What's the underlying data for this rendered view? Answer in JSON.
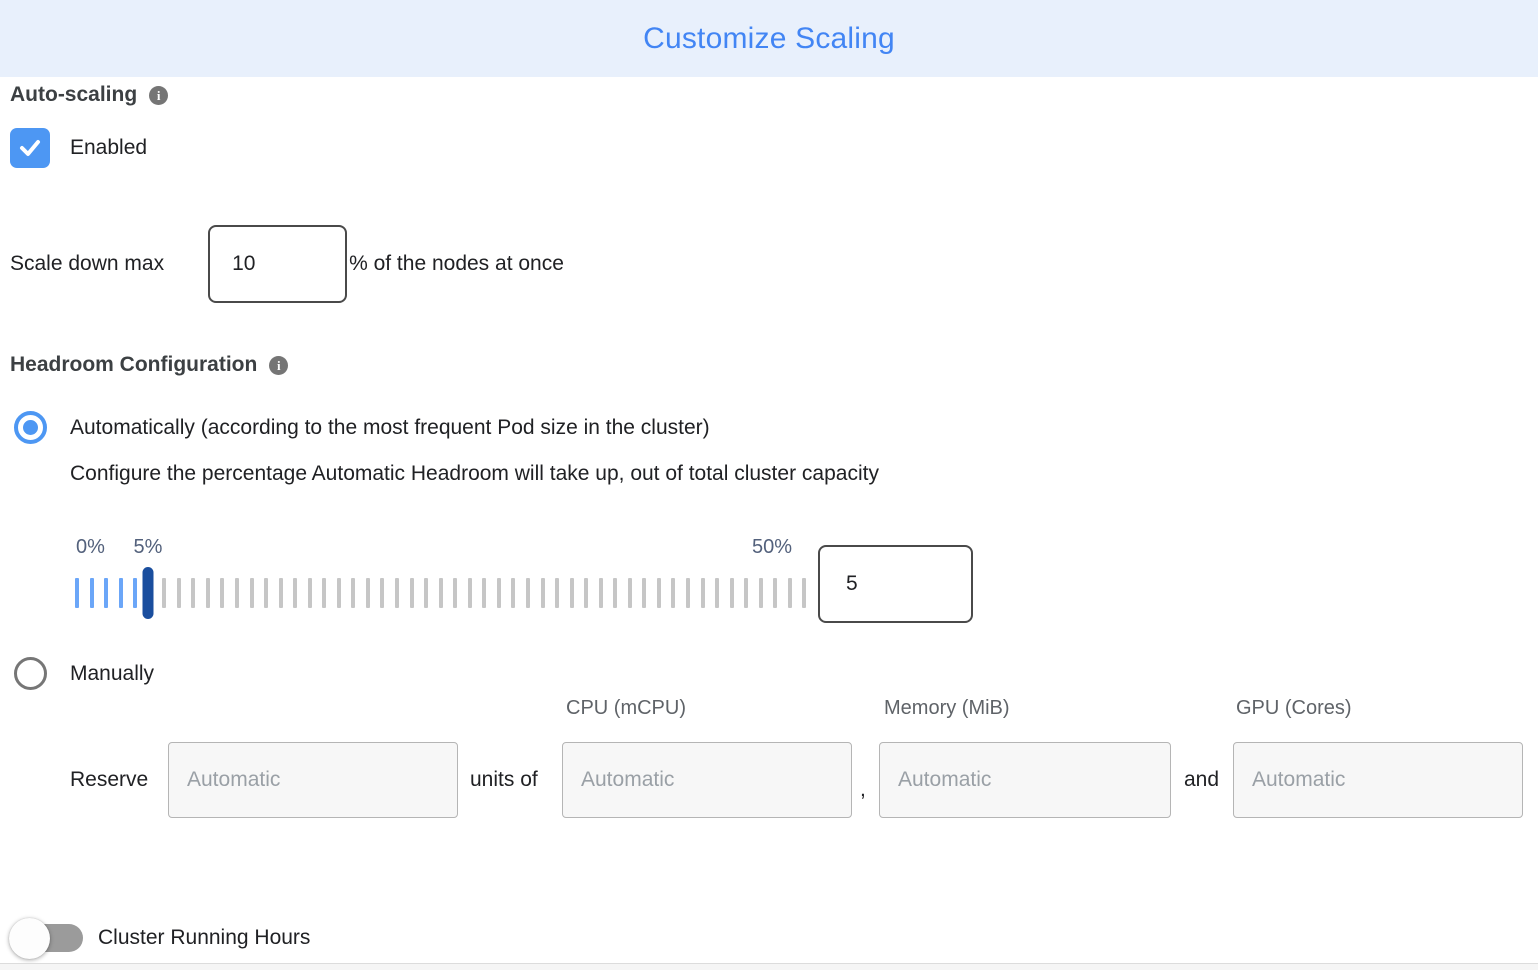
{
  "header": {
    "title": "Customize Scaling"
  },
  "colors": {
    "accent": "#4285f4",
    "header_bg": "#e8f0fc",
    "control_blue": "#4d97f3",
    "slider_active": "#6ba6f8",
    "slider_inactive": "#c6c6c6",
    "slider_handle": "#1a4e9e"
  },
  "auto_scaling": {
    "heading": "Auto-scaling",
    "enabled_label": "Enabled",
    "checkbox_checked": true
  },
  "scale_down": {
    "prefix": "Scale down max",
    "value": "10",
    "suffix": "% of the nodes at once"
  },
  "headroom": {
    "heading": "Headroom Configuration",
    "automatic_option": "Automatically (according to the most frequent Pod size in the cluster)",
    "automatic_description": "Configure the percentage Automatic Headroom will take up, out of total cluster capacity",
    "manual_option": "Manually",
    "slider": {
      "min_label": "0%",
      "current_label": "5%",
      "max_label": "50%",
      "min": 0,
      "max": 50,
      "value": "5",
      "tick_count": 51,
      "active_ticks": 6,
      "handle_index": 5
    }
  },
  "manual_headroom": {
    "reserve_label": "Reserve",
    "units_label": "units of",
    "comma": ",",
    "and_label": "and",
    "placeholder": "Automatic",
    "cpu_header": "CPU (mCPU)",
    "memory_header": "Memory (MiB)",
    "gpu_header": "GPU (Cores)"
  },
  "cluster_running_hours": {
    "label": "Cluster Running Hours",
    "toggle_on": false
  }
}
